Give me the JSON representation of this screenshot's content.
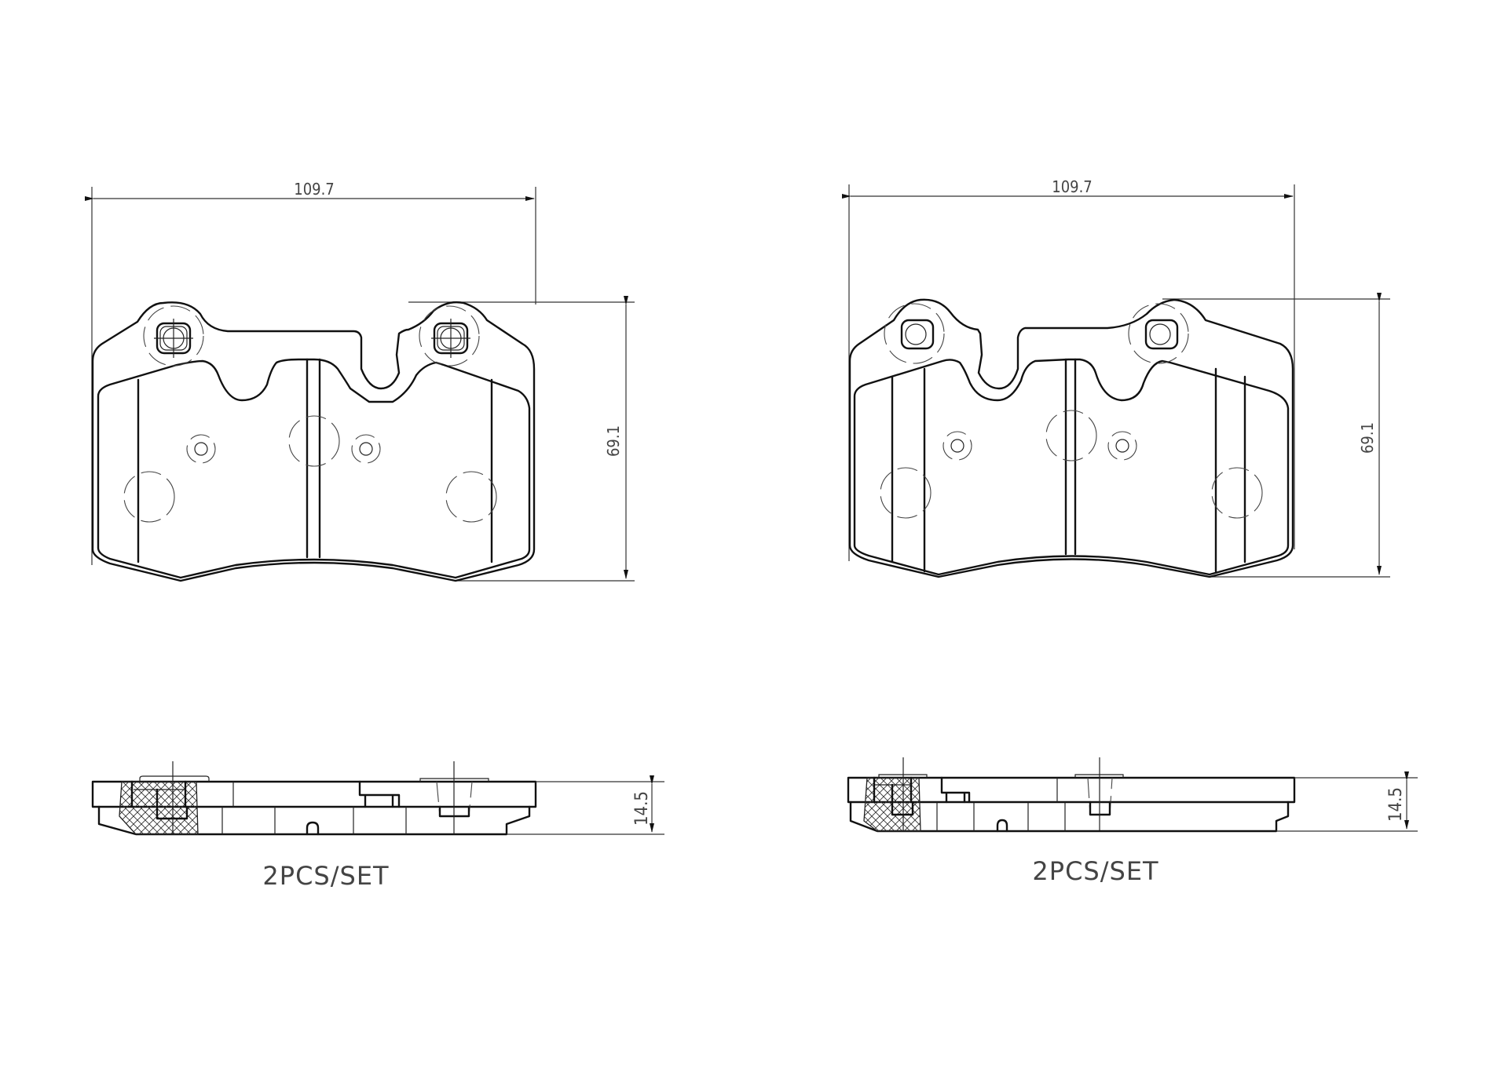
{
  "drawing": {
    "type": "technical-drawing",
    "subject": "brake pad set",
    "views": [
      {
        "id": "left",
        "front_view": {
          "width_dim": "109.7",
          "height_dim": "69.1"
        },
        "side_view": {
          "thickness_dim": "14.5"
        },
        "note": "2PCS/SET"
      },
      {
        "id": "right",
        "front_view": {
          "width_dim": "109.7",
          "height_dim": "69.1"
        },
        "side_view": {
          "thickness_dim": "14.5"
        },
        "note": "2PCS/SET"
      }
    ],
    "colors": {
      "line": "#111111",
      "dimension_text": "#444444",
      "background": "#ffffff"
    }
  }
}
